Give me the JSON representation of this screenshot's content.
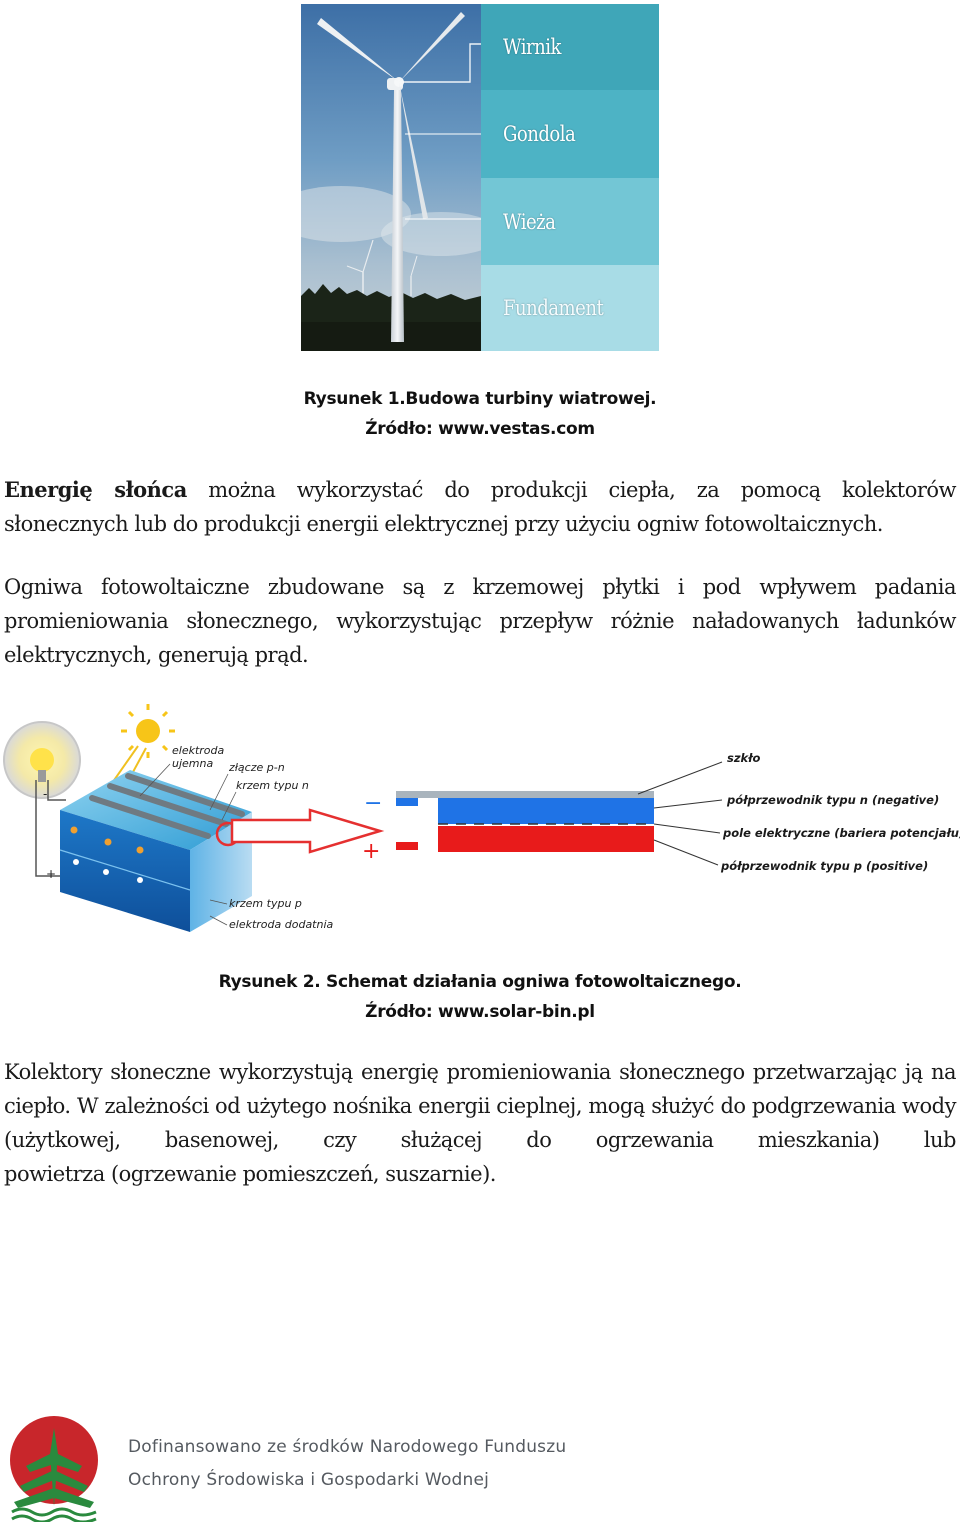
{
  "figure1": {
    "labels": [
      "Wirnik",
      "Gondola",
      "Wieża",
      "Fundament"
    ],
    "caption_title": "Rysunek 1.Budowa turbiny wiatrowej.",
    "caption_source": "Źródło: www.vestas.com"
  },
  "paragraph1": {
    "lead": "Energię słońca",
    "text_line1_rest": " można wykorzystać do produkcji ciepła, za pomocą kolektorów",
    "text_line2": "słonecznych lub do produkcji energii elektrycznej przy użyciu ogniw fotowoltaicznych."
  },
  "paragraph2": {
    "text_main": "Ogniwa fotowoltaiczne zbudowane są z krzemowej płytki i pod wpływem padania promieniowania słonecznego, wykorzystując przepływ różnie naładowanych ładunków",
    "text_last": "elektrycznych, generują prąd."
  },
  "figure2": {
    "left_labels": {
      "elektroda_ujemna_1": "elektroda",
      "elektroda_ujemna_2": "ujemna",
      "zlacze": "złącze p-n",
      "krzem_n": "krzem typu n",
      "krzem_p": "krzem typu p",
      "elektroda_dodatnia": "elektroda dodatnia",
      "minus_terminal": "-",
      "plus_terminal": "+"
    },
    "right_labels": {
      "szklo": "szkło",
      "typ_n": "półprzewodnik typu n (negative)",
      "pole": "pole elektryczne (bariera potencjału)",
      "typ_p": "półprzewodnik typu p (positive)",
      "minus_sign": "−",
      "plus_sign": "+"
    },
    "colors": {
      "n_layer": "#1f73e6",
      "p_layer": "#e81b1b",
      "glass": "#a9b4bd",
      "arrow": "#e53030"
    },
    "caption_title": "Rysunek 2. Schemat działania ogniwa fotowoltaicznego.",
    "caption_source": "Źródło: www.solar-bin.pl"
  },
  "paragraph3": {
    "text_main": "Kolektory słoneczne wykorzystują energię promieniowania słonecznego przetwarzając ją na ciepło. W zależności od użytego nośnika energii cieplnej, mogą służyć do podgrzewania wody (użytkowej, basenowej, czy służącej do ogrzewania mieszkania) lub",
    "text_last": "powietrza (ogrzewanie pomieszczeń, suszarnie)."
  },
  "footer": {
    "line1": "Dofinansowano ze środków Narodowego Funduszu",
    "line2": "Ochrony Środowiska i Gospodarki Wodnej",
    "logo_icon": "nfosigw-logo-icon",
    "logo_colors": {
      "red": "#c8262b",
      "green": "#2a8a3e"
    }
  }
}
